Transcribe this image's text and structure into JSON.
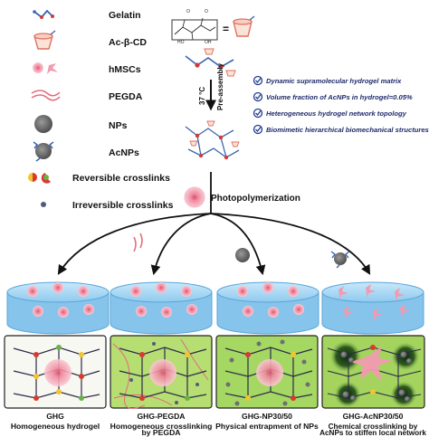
{
  "legend": [
    {
      "icon": "gelatin-icon",
      "label": "Gelatin"
    },
    {
      "icon": "ac-beta-cd-icon",
      "label": "Ac-β-CD"
    },
    {
      "icon": "hmsc-icon",
      "label": "hMSCs"
    },
    {
      "icon": "pegda-icon",
      "label": "PEGDA"
    },
    {
      "icon": "np-icon",
      "label": "NPs"
    },
    {
      "icon": "acnp-icon",
      "label": "AcNPs"
    },
    {
      "icon": "reversible-crosslink-icon",
      "label": "Reversible crosslinks"
    },
    {
      "icon": "irreversible-crosslink-icon",
      "label": "Irreversible crosslinks"
    }
  ],
  "process": {
    "equals": "=",
    "temperature": "37 °C",
    "pre_assembly": "Pre-assembly",
    "photopolymerization": "Photopolymerization"
  },
  "features": [
    "Dynamic supramolecular hydrogel matrix",
    "Volume fraction of AcNPs in hydrogel=0.05%",
    "Heterogeneous hydrogel network topology",
    "Biomimetic hierarchical biomechanical structures"
  ],
  "groups": [
    {
      "name": "GHG",
      "desc": [
        "Homogeneous hydrogel"
      ]
    },
    {
      "name": "GHG-PEGDA",
      "desc": [
        "Homogeneous crosslinking",
        "by PEGDA"
      ]
    },
    {
      "name": "GHG-NP30/50",
      "desc": [
        "Physical entrapment of NPs"
      ]
    },
    {
      "name": "GHG-AcNP30/50",
      "desc": [
        "Chemical crosslinking by",
        "AcNPs to stiffen local network"
      ]
    }
  ],
  "colors": {
    "dish": "#86c4ec",
    "dish_rim": "#b8e0f8",
    "cell": "#f4a2b4",
    "panel_ghg": "#f8f8f2",
    "panel_pegda": "#b6de72",
    "panel_np": "#a5d763",
    "panel_acnp": "#a4d45e",
    "network": "#2b2b4a",
    "check": "#1f3c8f",
    "arrow": "#111111"
  }
}
